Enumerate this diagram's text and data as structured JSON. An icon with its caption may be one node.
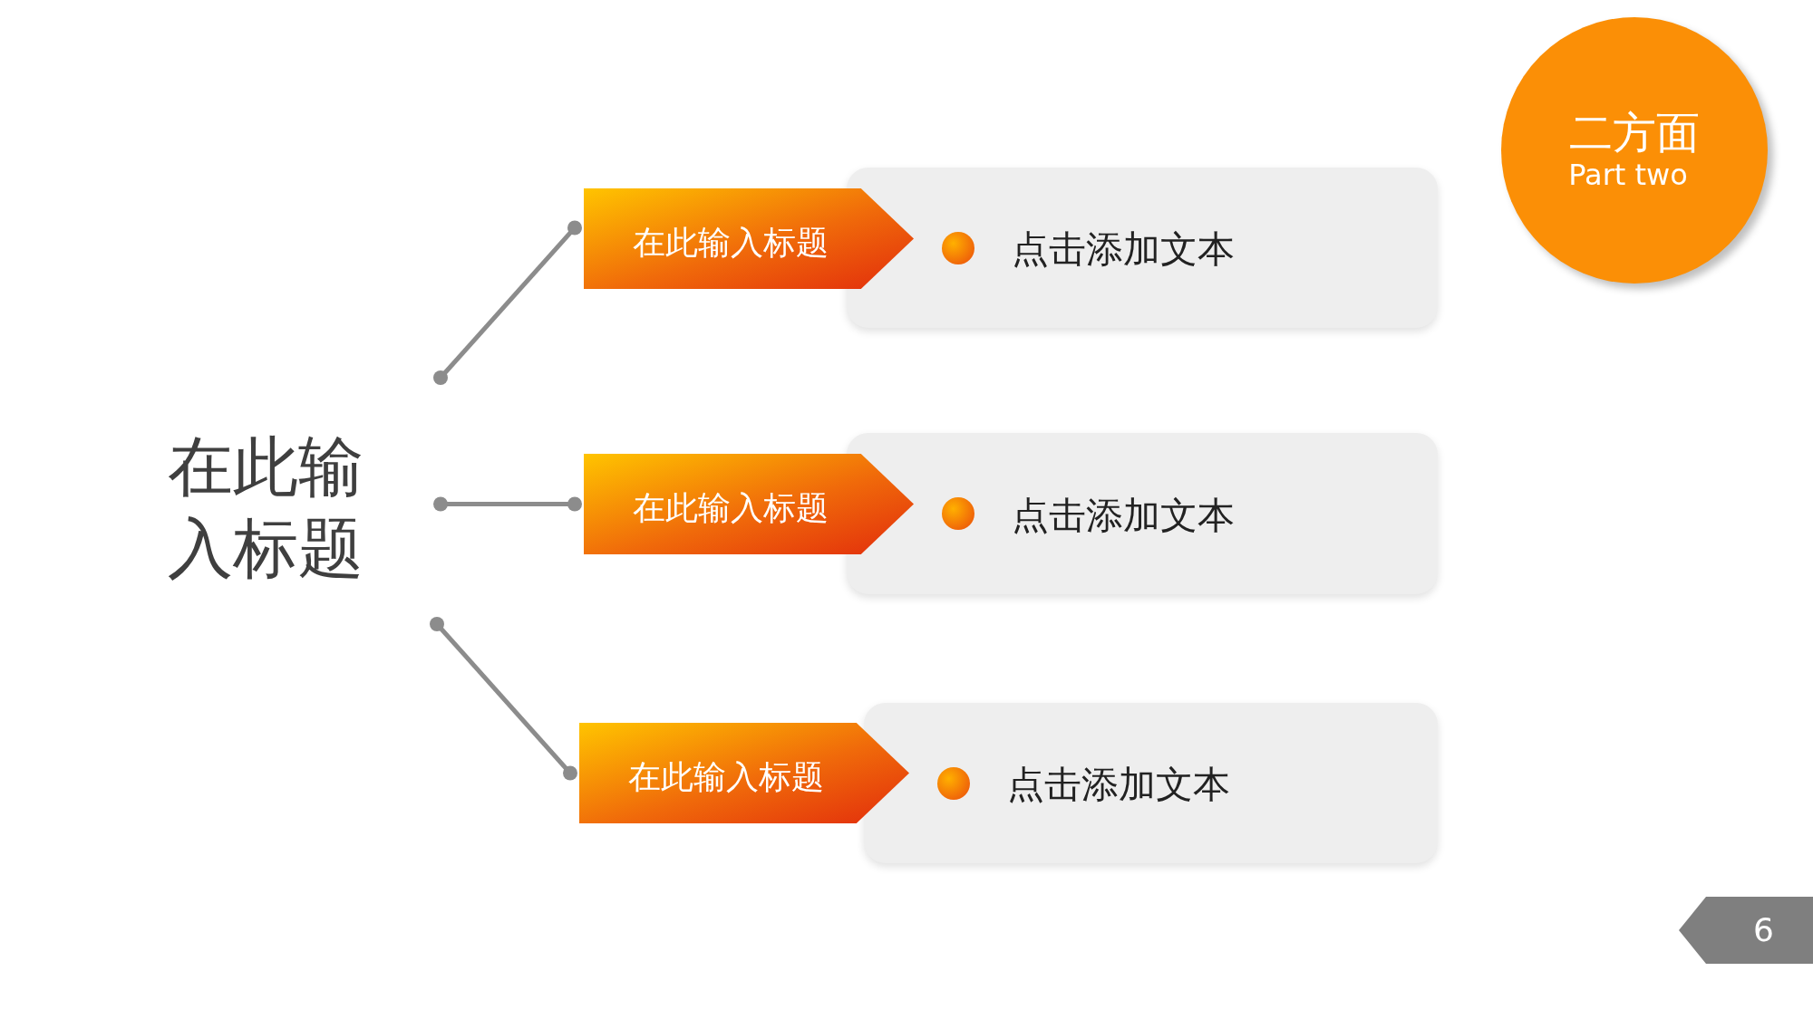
{
  "diagram": {
    "nodes": [
      {
        "text": [
          "在此输入标题"
        ]
      },
      {
        "text": [
          "在此输入标题"
        ]
      },
      {
        "text": [
          "点击添加文本"
        ]
      },
      {
        "text": [
          "在此输入标题"
        ]
      },
      {
        "text": [
          "点击添加文本"
        ]
      },
      {
        "text": [
          "在此输入标题"
        ]
      },
      {
        "text": [
          "点击添加文本"
        ]
      },
      {
        "text": [
          "二方面",
          "Part two"
        ]
      },
      {
        "text": [
          "6"
        ]
      }
    ],
    "edges": [
      {
        "from": 0,
        "to": 1,
        "arrow": "other"
      },
      {
        "from": 0,
        "to": 3,
        "arrow": "other"
      },
      {
        "from": 0,
        "to": 5,
        "arrow": "other"
      }
    ]
  }
}
